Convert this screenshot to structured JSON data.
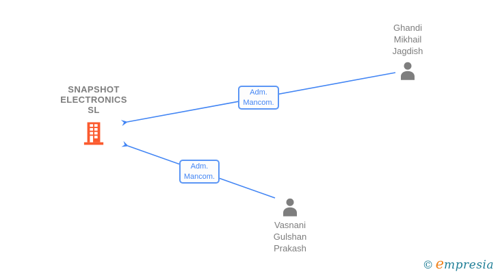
{
  "diagram_type": "corporate-relationship-chart",
  "colors": {
    "edge_blue": "#4285f4",
    "relation_box_border": "#5b96f5",
    "relation_text_blue": "#4285f4",
    "name_text_gray": "#7d7d7d",
    "person_icon_gray": "#7e7e7e",
    "building_icon_orange": "#fb5a2e",
    "logo_teal": "#1f7e96",
    "logo_orange": "#f0831d"
  },
  "company": {
    "name": "SNAPSHOT\nELECTRONICS\nSL",
    "icon": "building-icon"
  },
  "persons": [
    {
      "name": "Ghandi\nMikhail\nJagdish",
      "icon": "person-icon"
    },
    {
      "name": "Vasnani\nGulshan\nPrakash",
      "icon": "person-icon"
    }
  ],
  "relations": [
    {
      "label": "Adm.\nMancom.",
      "from": "Ghandi Mikhail Jagdish",
      "to": "SNAPSHOT ELECTRONICS SL"
    },
    {
      "label": "Adm.\nMancom.",
      "from": "Vasnani Gulshan Prakash",
      "to": "SNAPSHOT ELECTRONICS SL"
    }
  ],
  "logo": {
    "copyright": "©",
    "brand_initial": "e",
    "brand_rest": "mpresia"
  }
}
